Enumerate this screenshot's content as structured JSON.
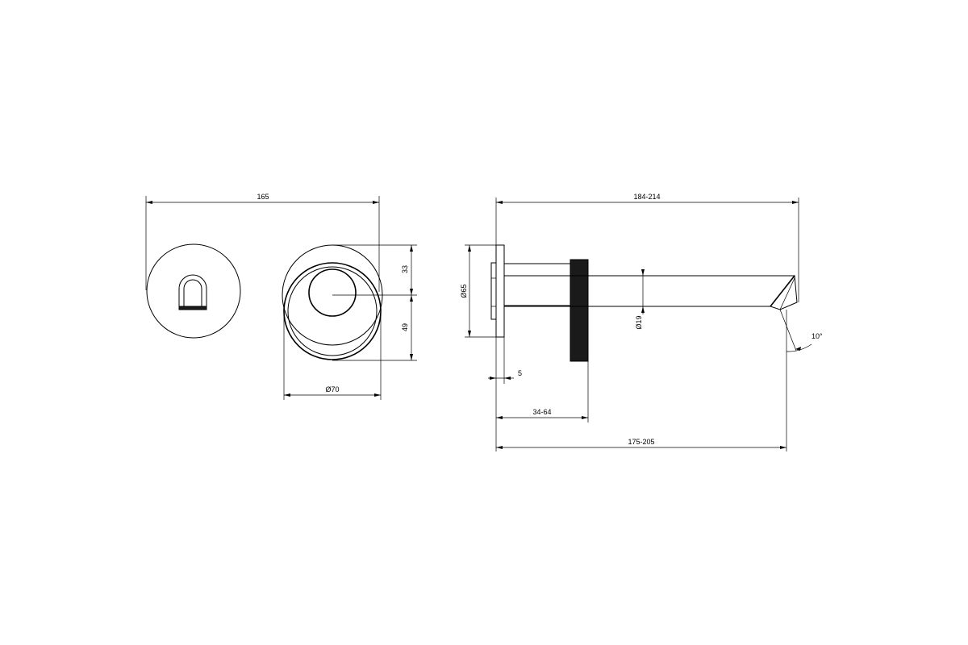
{
  "dimensions": {
    "front_width": "165",
    "upper_height": "33",
    "lower_height": "49",
    "rosette_diameter_front": "Ø70",
    "rosette_diameter_side": "Ø65",
    "spout_diameter": "Ø19",
    "overall_length": "184-214",
    "flange_thickness": "5",
    "wall_depth": "34-64",
    "spout_reach": "175-205",
    "spout_angle": "10°"
  }
}
